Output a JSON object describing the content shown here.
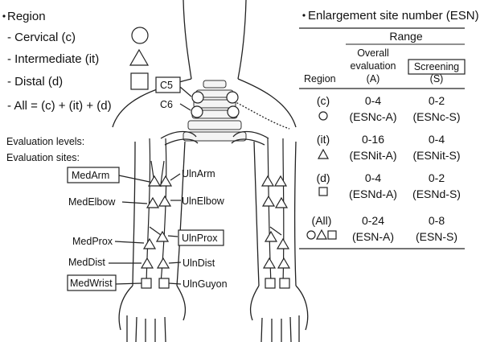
{
  "legend": {
    "title": "Region",
    "items": [
      {
        "label": "- Cervical (c)",
        "shape": "circle"
      },
      {
        "label": "- Intermediate (it)",
        "shape": "triangle"
      },
      {
        "label": "- Distal (d)",
        "shape": "square"
      }
    ],
    "all_formula": "- All = (c) + (it) + (d)",
    "evaluation_levels": "Evaluation levels:",
    "evaluation_sites": "Evaluation sites:"
  },
  "cervical_levels": [
    "C5",
    "C6"
  ],
  "sites": {
    "left": [
      "MedArm",
      "MedElbow",
      "MedProx",
      "MedDist",
      "MedWrist"
    ],
    "right": [
      "UlnArm",
      "UlnElbow",
      "UlnProx",
      "UlnDist",
      "UlnGuyon"
    ],
    "boxed": [
      "MedArm",
      "UlnProx",
      "MedWrist"
    ]
  },
  "table": {
    "title": "Enlargement site number (ESN)",
    "range_header": "Range",
    "col_region": "Region",
    "col_overall": [
      "Overall",
      "evaluation",
      "(A)"
    ],
    "col_screening": [
      "Screening",
      "(S)"
    ],
    "rows": [
      {
        "region": "(c)",
        "shape": "circle",
        "a": "0-4",
        "a_code": "(ESNc-A)",
        "s": "0-2",
        "s_code": "(ESNc-S)"
      },
      {
        "region": "(it)",
        "shape": "triangle",
        "a": "0-16",
        "a_code": "(ESNit-A)",
        "s": "0-4",
        "s_code": "(ESNit-S)"
      },
      {
        "region": "(d)",
        "shape": "square",
        "a": "0-4",
        "a_code": "(ESNd-A)",
        "s": "0-2",
        "s_code": "(ESNd-S)"
      },
      {
        "region": "(All)",
        "shape": "all",
        "a": "0-24",
        "a_code": "(ESN-A)",
        "s": "0-8",
        "s_code": "(ESN-S)"
      }
    ]
  }
}
